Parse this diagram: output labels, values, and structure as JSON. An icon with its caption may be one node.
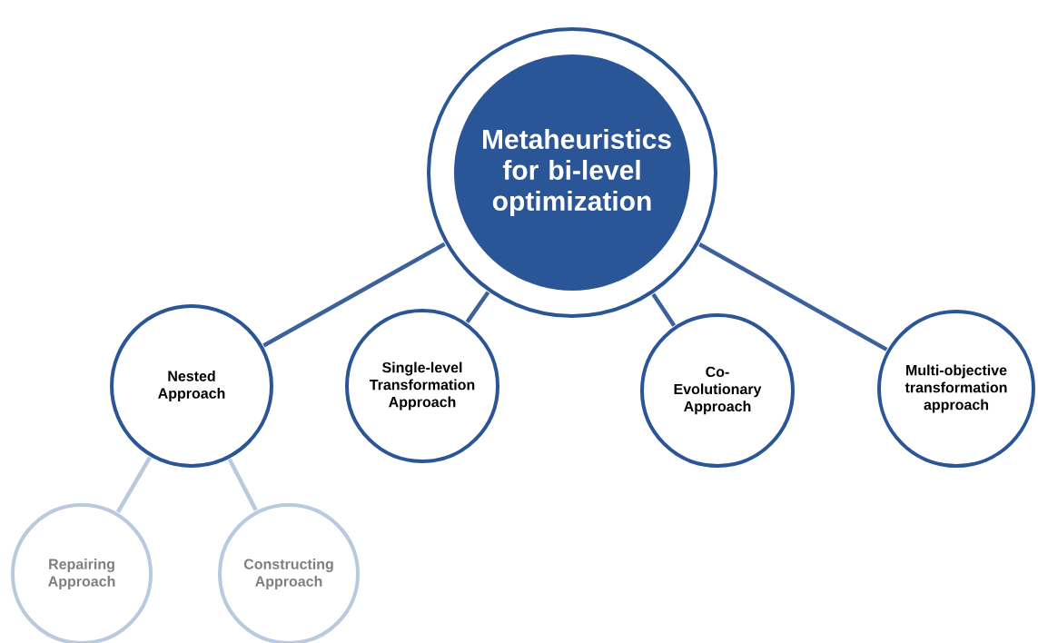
{
  "diagram": {
    "nodes": [
      {
        "text": [
          "Metaheuristics for bi-level optimization"
        ]
      },
      {
        "text": [
          "Nested Approach"
        ]
      },
      {
        "text": [
          "Single-level Transformation Approach"
        ]
      },
      {
        "text": [
          "Co-Evolutionary Approach"
        ]
      },
      {
        "text": [
          "Multi-objective transformation approach"
        ]
      },
      {
        "text": [
          "Repairing Approach"
        ]
      },
      {
        "text": [
          "Constructing Approach"
        ]
      }
    ],
    "edges": [
      {
        "from": 0,
        "to": 1,
        "arrow": "none"
      },
      {
        "from": 0,
        "to": 2,
        "arrow": "none"
      },
      {
        "from": 0,
        "to": 3,
        "arrow": "none"
      },
      {
        "from": 0,
        "to": 4,
        "arrow": "none"
      },
      {
        "from": 1,
        "to": 5,
        "arrow": "none",
        "color": "#b9c9e0"
      },
      {
        "from": 1,
        "to": 6,
        "arrow": "none",
        "color": "#b9c9e0"
      }
    ]
  }
}
